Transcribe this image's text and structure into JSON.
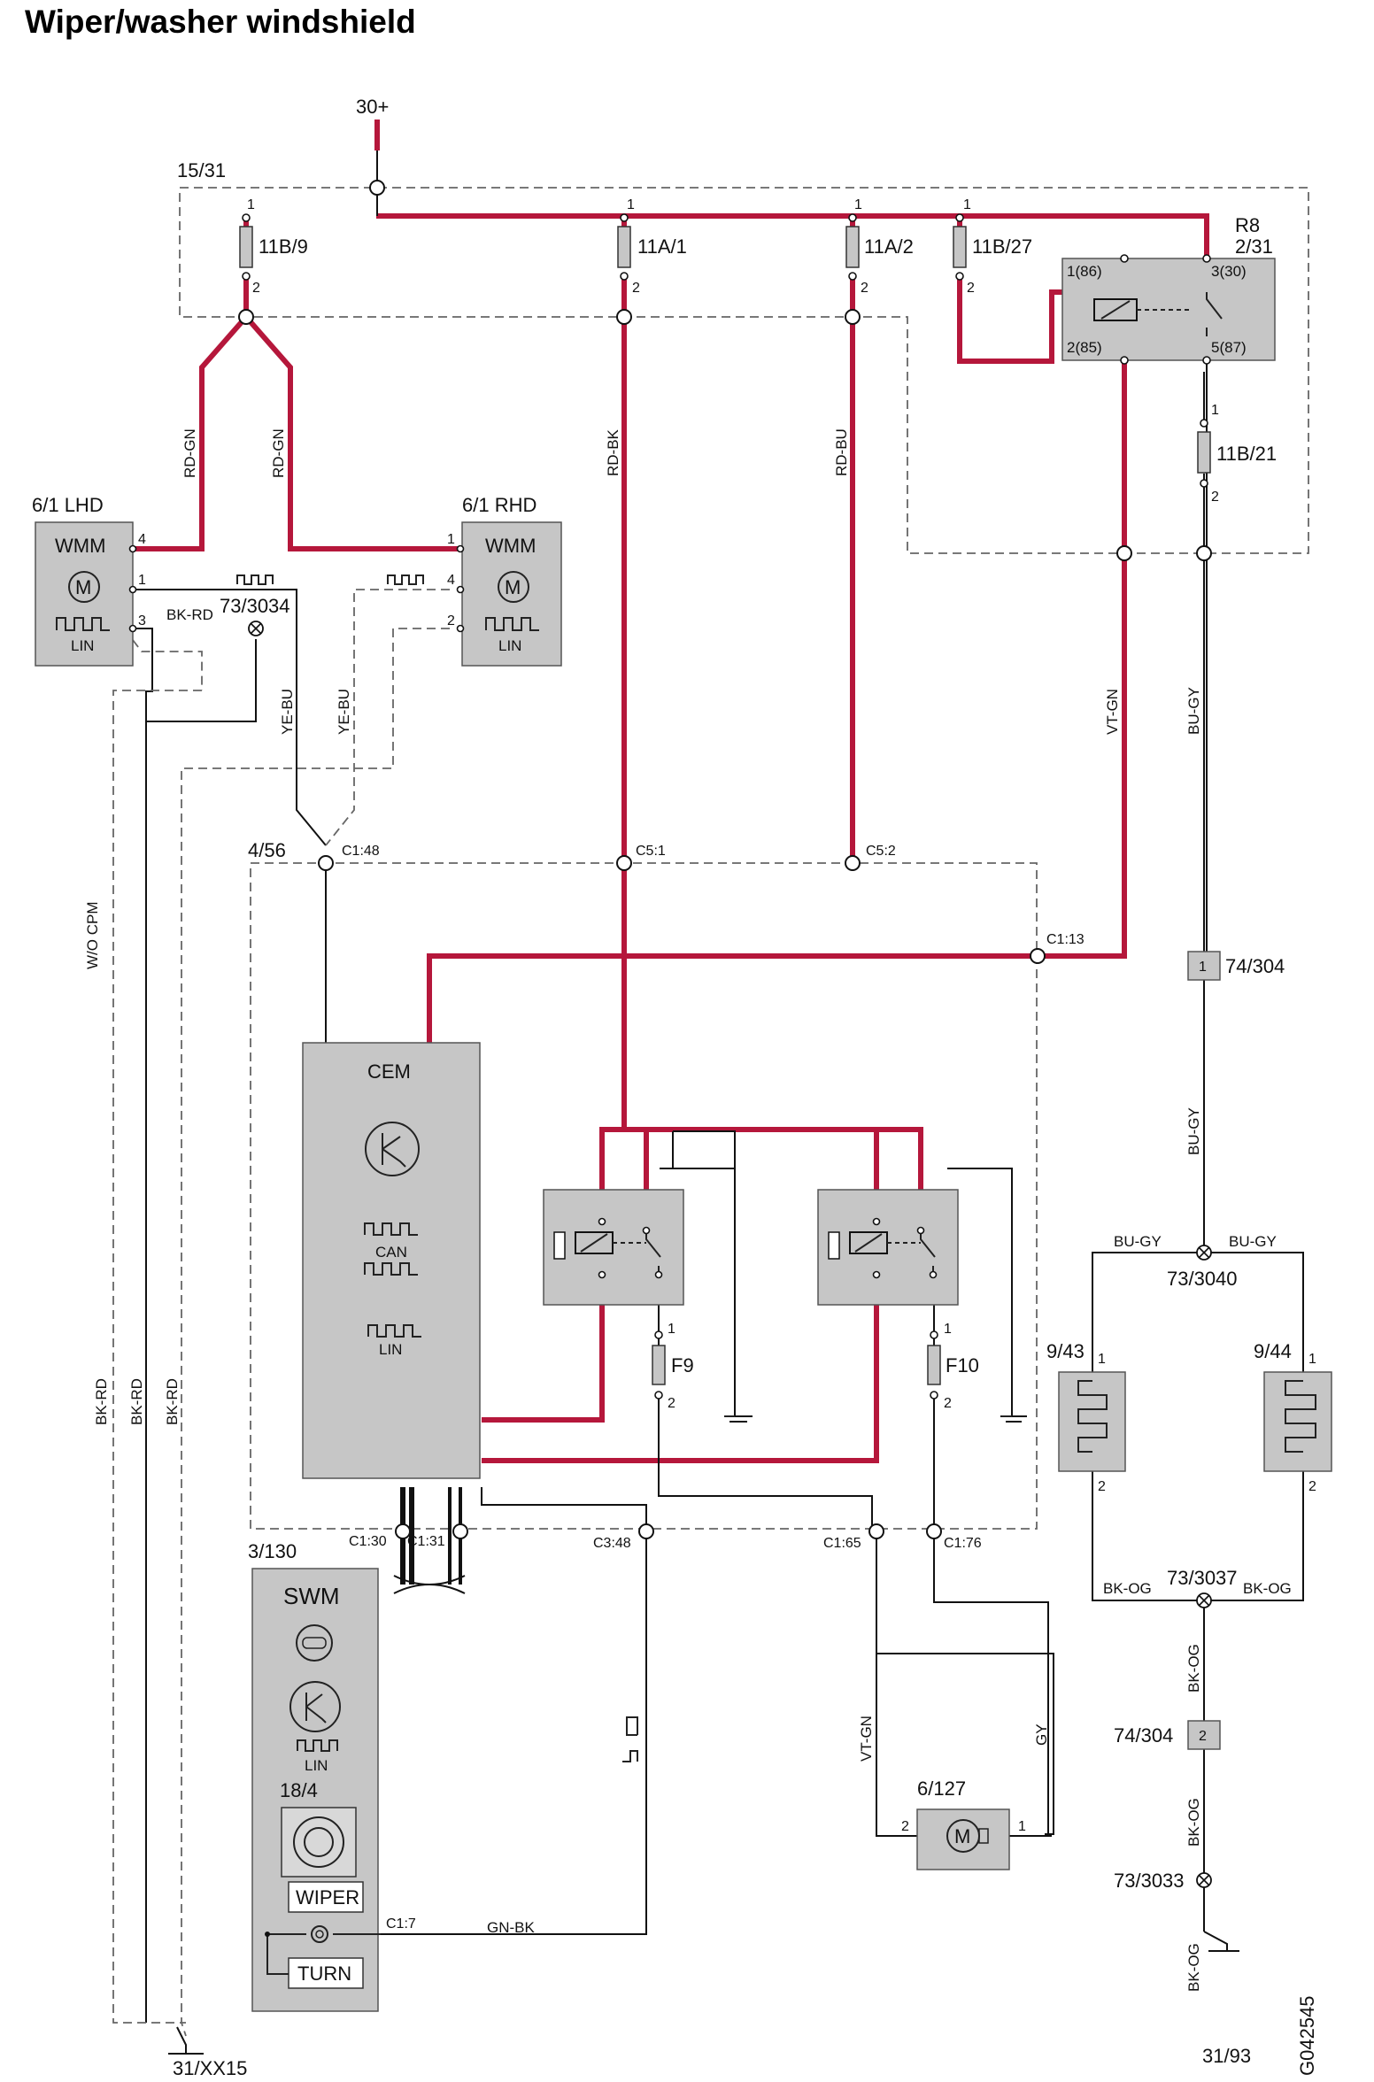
{
  "title": "Wiper/washer windshield",
  "doc_id": "G042545",
  "supply": {
    "label": "30+"
  },
  "areas": {
    "fuse_box": "15/31",
    "relay": "R8",
    "relay_sub": "2/31",
    "cem_area": "4/56",
    "swm_area": "3/130"
  },
  "fuses": [
    {
      "name": "11B/9",
      "pin_in": "1",
      "pin_out": "2"
    },
    {
      "name": "11A/1",
      "pin_in": "1",
      "pin_out": "2"
    },
    {
      "name": "11A/2",
      "pin_in": "1",
      "pin_out": "2"
    },
    {
      "name": "11B/27",
      "pin_in": "1",
      "pin_out": "2"
    },
    {
      "name": "11B/21",
      "pin_in": "1",
      "pin_out": "2"
    },
    {
      "name": "F9",
      "pin_in": "1",
      "pin_out": "2"
    },
    {
      "name": "F10",
      "pin_in": "1",
      "pin_out": "2"
    }
  ],
  "relay_pins": {
    "p86": "1(86)",
    "p85": "2(85)",
    "p30": "3(30)",
    "p87": "5(87)"
  },
  "wmm_lhd": {
    "ref": "6/1 LHD",
    "name": "WMM",
    "motor": "M",
    "bus": "LIN",
    "pins": [
      "4",
      "1",
      "3"
    ]
  },
  "wmm_rhd": {
    "ref": "6/1 RHD",
    "name": "WMM",
    "motor": "M",
    "bus": "LIN",
    "pins": [
      "1",
      "4",
      "2"
    ]
  },
  "wire_colors": {
    "rd_gn": "RD-GN",
    "rd_bk": "RD-BK",
    "rd_bu": "RD-BU",
    "bk_rd": "BK-RD",
    "ye_bu": "YE-BU",
    "vt_gn": "VT-GN",
    "bu_gy": "BU-GY",
    "bk_og": "BK-OG",
    "gy": "GY",
    "gn_bk": "GN-BK",
    "wo_cpm": "W/O CPM"
  },
  "connectors": {
    "c1_48": "C1:48",
    "c5_1": "C5:1",
    "c5_2": "C5:2",
    "c1_13": "C1:13",
    "c1_30": "C1:30",
    "c1_31": "C1:31",
    "c3_48": "C3:48",
    "c1_65": "C1:65",
    "c1_76": "C1:76",
    "c1_7": "C1:7"
  },
  "splices": {
    "s73_3034": "73/3034",
    "s73_3040": "73/3040",
    "s73_3037": "73/3037",
    "s73_3033": "73/3033",
    "s74_304a": "74/304",
    "s74_304b": "74/304",
    "s74_pin1": "1",
    "s74_pin2": "2"
  },
  "cem": {
    "name": "CEM",
    "can": "CAN",
    "lin": "LIN"
  },
  "heaters": [
    {
      "ref": "9/43",
      "pin1": "1",
      "pin2": "2"
    },
    {
      "ref": "9/44",
      "pin1": "1",
      "pin2": "2"
    }
  ],
  "pump": {
    "ref": "6/127",
    "motor": "M",
    "pin_left": "2",
    "pin_right": "1"
  },
  "swm": {
    "name": "SWM",
    "lin": "LIN",
    "sub": "18/4",
    "wiper": "WIPER",
    "turn": "TURN"
  },
  "grounds": {
    "left": "31/XX15",
    "right": "31/93"
  },
  "colors": {
    "power": "#b5173b",
    "wire": "#111111",
    "module": "#c6c6c6"
  }
}
